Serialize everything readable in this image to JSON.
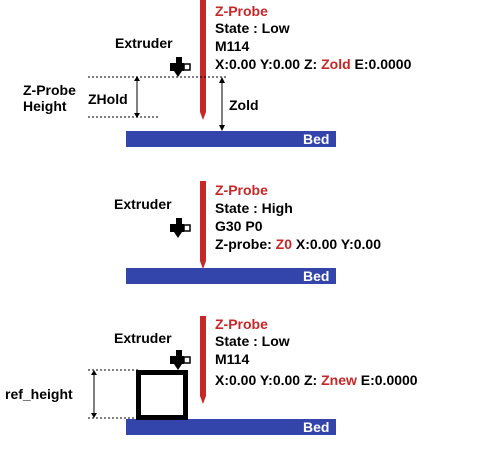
{
  "colors": {
    "bed": "#3344aa",
    "probe": "#c62828",
    "text": "#000000",
    "highlight": "#d32f2f"
  },
  "panels": [
    {
      "probe_title": "Z-Probe",
      "state": "State : Low",
      "gcode": "M114",
      "readout": {
        "p1": "X:0.00 Y:0.00 Z: ",
        "hl": "Zold",
        "p2": " E:0.0000"
      },
      "extruder_label": "Extruder",
      "bed_label": "Bed",
      "dim_left_label_line1": "Z-Probe",
      "dim_left_label_line2": "Height",
      "dim_left_label2": "ZHold",
      "dim_right_label": "Zold"
    },
    {
      "probe_title": "Z-Probe",
      "state": "State : High",
      "gcode": "G30 P0",
      "readout": {
        "p1": "Z-probe: ",
        "hl": "Z0",
        "p2": " X:0.00 Y:0.00"
      },
      "extruder_label": "Extruder",
      "bed_label": "Bed"
    },
    {
      "probe_title": "Z-Probe",
      "state": "State : Low",
      "gcode": "M114",
      "readout": {
        "p1": "X:0.00 Y:0.00 Z: ",
        "hl": "Znew",
        "p2": " E:0.0000"
      },
      "extruder_label": "Extruder",
      "bed_label": "Bed",
      "dim_left_label": "ref_height"
    }
  ]
}
